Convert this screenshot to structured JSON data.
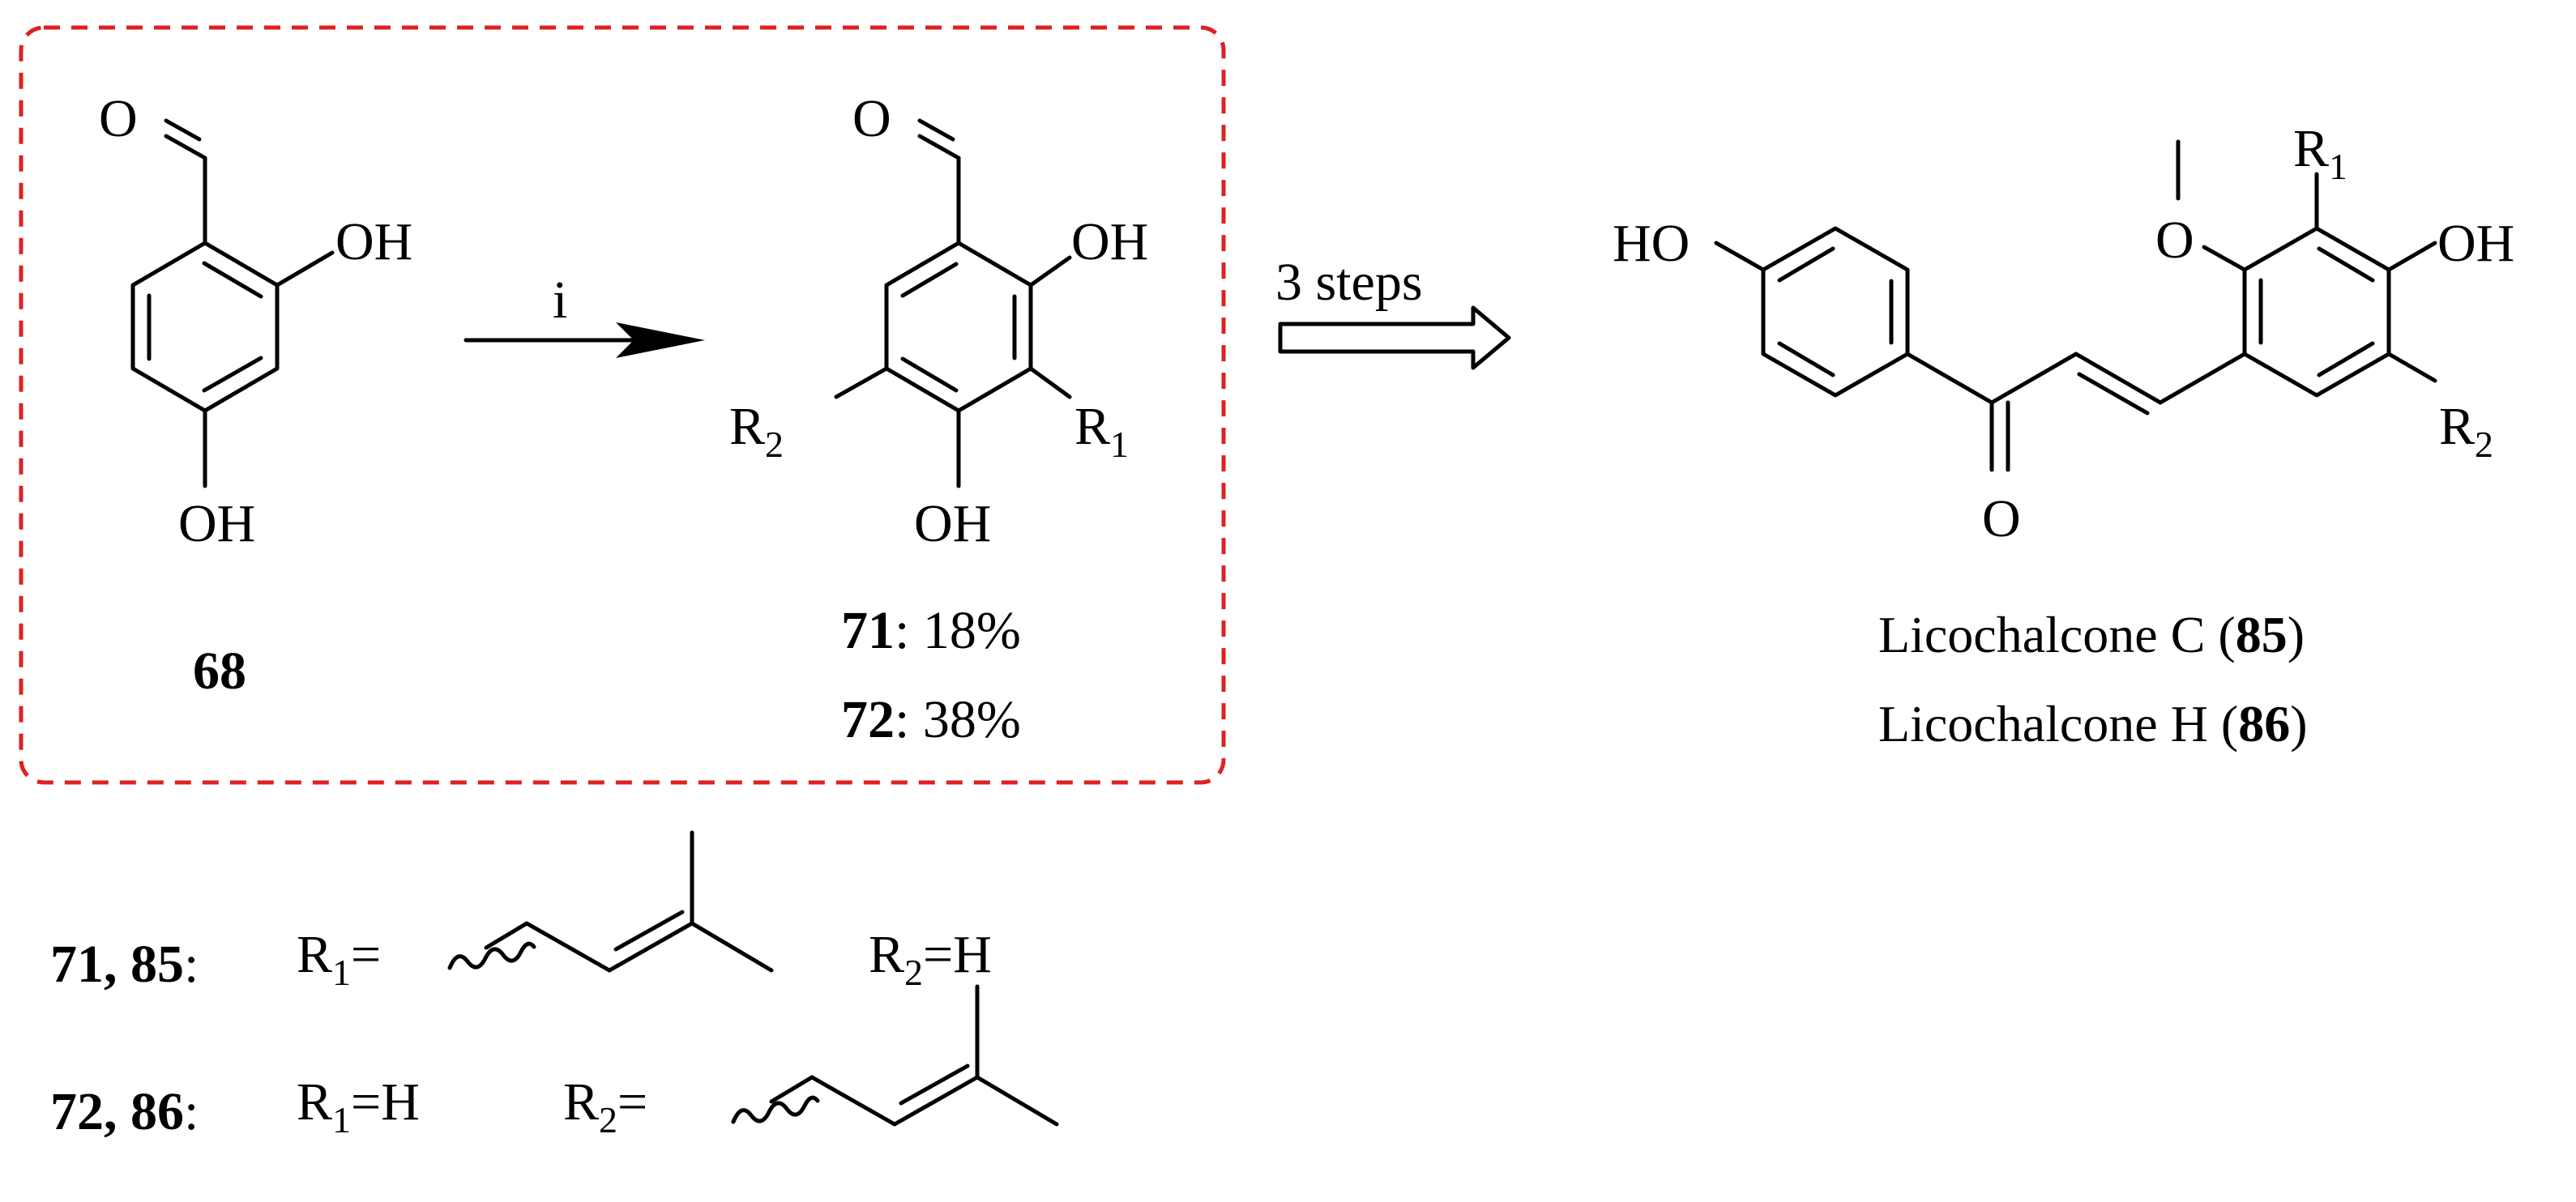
{
  "highlight_color": "#e02020",
  "reaction": {
    "reagent_label": "i",
    "steps_label": "3 steps"
  },
  "compound_68": {
    "id": "68",
    "o_label": "O",
    "oh_top": "OH",
    "oh_bottom": "OH"
  },
  "compound_71_72": {
    "o_label": "O",
    "oh_top": "OH",
    "oh_bottom": "OH",
    "r1": "R",
    "r1_sub": "1",
    "r2": "R",
    "r2_sub": "2",
    "yields": [
      {
        "id": "71",
        "value": ": 18%"
      },
      {
        "id": "72",
        "value": ": 38%"
      }
    ]
  },
  "product": {
    "ho_label": "HO",
    "oh_label": "OH",
    "ketone_o": "O",
    "methoxy_o": "O",
    "r1": "R",
    "r1_sub": "1",
    "r2": "R",
    "r2_sub": "2",
    "names": [
      {
        "prefix": "Licochalcone C (",
        "id": "85",
        "suffix": ")"
      },
      {
        "prefix": "Licochalcone H (",
        "id": "86",
        "suffix": ")"
      }
    ]
  },
  "legend": [
    {
      "ids": "71, 85",
      "colon": ":",
      "r1_text": "R",
      "r1_sub": "1",
      "r1_eq": "=",
      "r2_text": "R",
      "r2_sub": "2",
      "r2_eq": "=H"
    },
    {
      "ids": "72, 86",
      "colon": ":",
      "r1_text": "R",
      "r1_sub": "1",
      "r1_eq": "=H",
      "r2_text": "R",
      "r2_sub": "2",
      "r2_eq": "="
    }
  ]
}
